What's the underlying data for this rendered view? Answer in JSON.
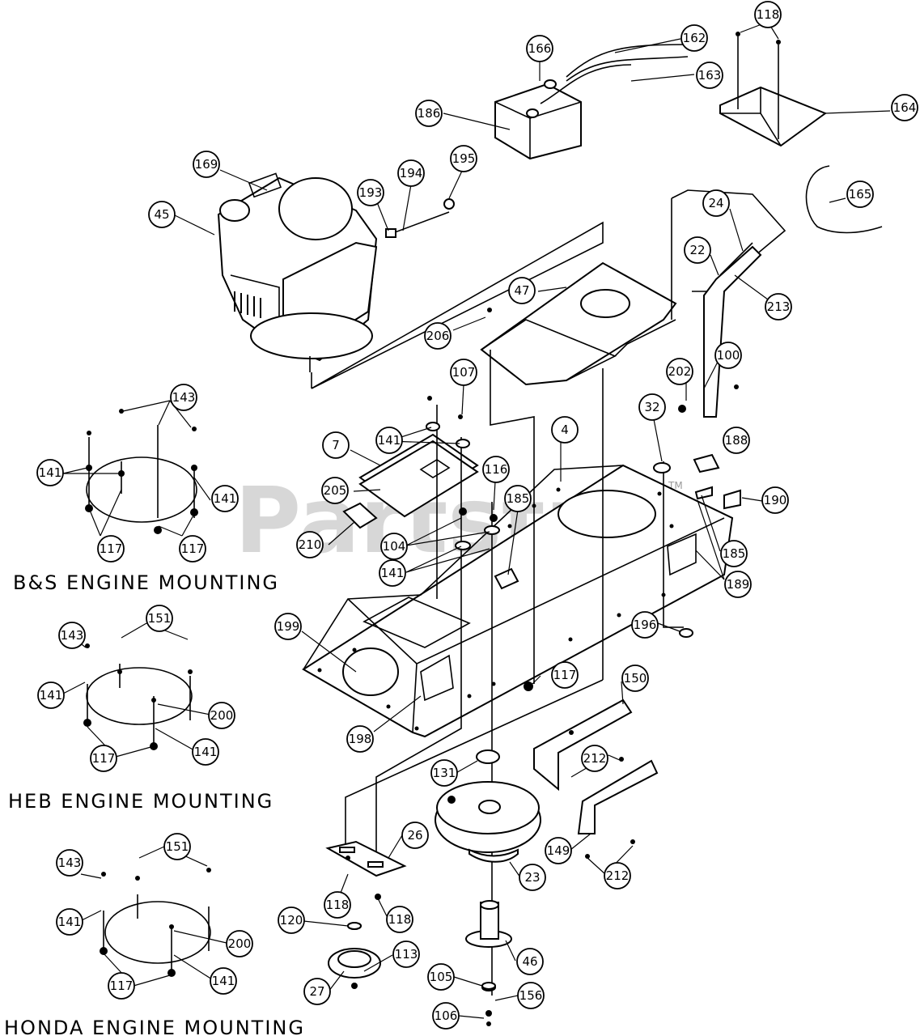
{
  "watermark": {
    "text": "Partstree",
    "tm": "TM"
  },
  "sections": {
    "bs_title": "B&S ENGINE MOUNTING",
    "heb_title": "HEB ENGINE MOUNTING",
    "honda_title": "HONDA ENGINE MOUNTING"
  },
  "callouts": {
    "c118_top": "118",
    "c162": "162",
    "c166": "166",
    "c163": "163",
    "c186": "186",
    "c164": "164",
    "c169": "169",
    "c194": "194",
    "c195": "195",
    "c193": "193",
    "c45": "45",
    "c165": "165",
    "c24": "24",
    "c22": "22",
    "c47": "47",
    "c213": "213",
    "c206": "206",
    "c100": "100",
    "c202": "202",
    "c107": "107",
    "c143_bs": "143",
    "c32": "32",
    "c4": "4",
    "c188": "188",
    "c141_top": "141",
    "c7": "7",
    "c141_bs_l": "141",
    "c141_bs_r": "141",
    "c116": "116",
    "c205": "205",
    "c185_mid": "185",
    "c190": "190",
    "c210": "210",
    "c104": "104",
    "c117_bs_l": "117",
    "c117_bs_r": "117",
    "c185_r": "185",
    "c141_mid": "141",
    "c189": "189",
    "c151_heb": "151",
    "c143_heb": "143",
    "c199": "199",
    "c196": "196",
    "c141_heb_l": "141",
    "c117_mid": "117",
    "c150": "150",
    "c200_heb": "200",
    "c198": "198",
    "c117_heb": "117",
    "c141_heb_r": "141",
    "c212_top": "212",
    "c131": "131",
    "c26": "26",
    "c149": "149",
    "c23": "23",
    "c212_bot": "212",
    "c151_honda": "151",
    "c143_honda": "143",
    "c118_l": "118",
    "c118_r": "118",
    "c120": "120",
    "c141_honda_l": "141",
    "c200_honda": "200",
    "c113": "113",
    "c46": "46",
    "c117_honda": "117",
    "c141_honda_r": "141",
    "c105": "105",
    "c156": "156",
    "c27": "27",
    "c106": "106"
  }
}
